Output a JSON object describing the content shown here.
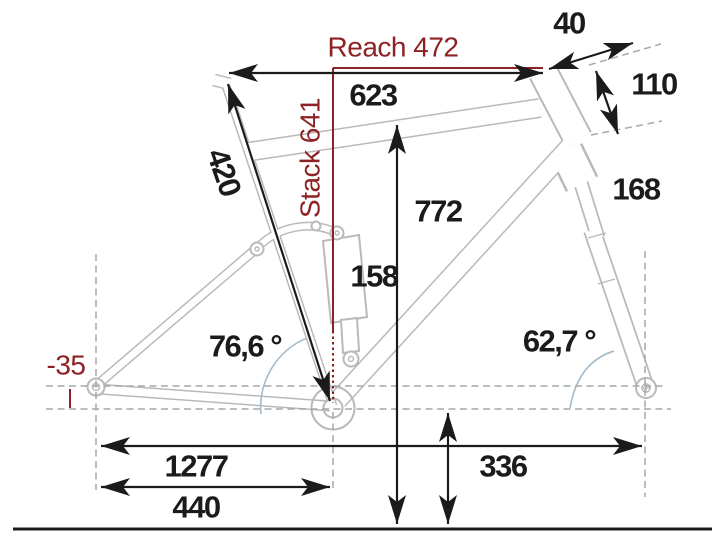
{
  "diagram_type": "bike-frame-geometry",
  "labels": {
    "reach": "Reach 472",
    "stack": "Stack 641",
    "bb_drop": "-35",
    "top_tube": "623",
    "stem_spacer": "40",
    "head_tube": "110",
    "fork": "168",
    "standover": "772",
    "shock": "158",
    "seat_tube": "420",
    "seat_angle": "76,6 °",
    "head_angle": "62,7 °",
    "wheelbase": "1277",
    "chainstay": "440",
    "bb_height": "336"
  },
  "colors": {
    "accent_red": "#8E2123",
    "frame_gray": "#B9B9B9",
    "dash_gray": "#A4A9A9",
    "arc_blue": "#A9BECC",
    "ink": "#1B1B1B",
    "background": "#FFFFFF"
  }
}
